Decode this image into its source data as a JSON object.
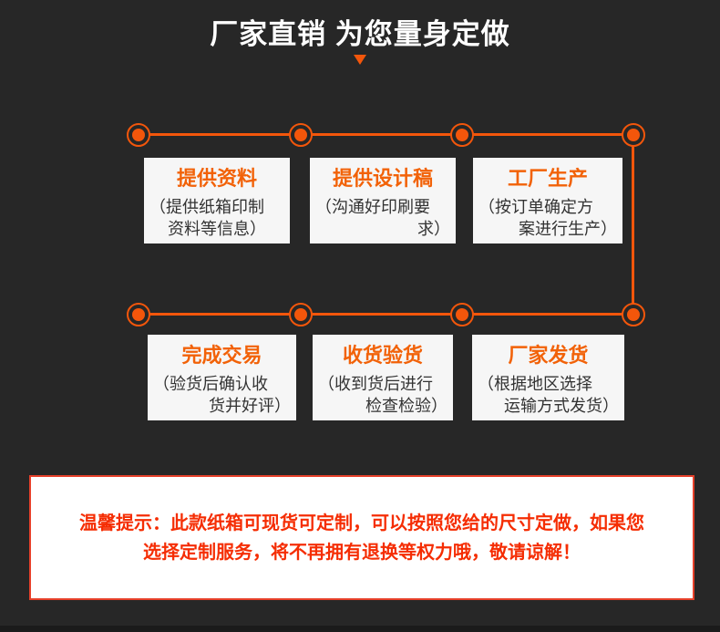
{
  "page": {
    "title": "厂家直销 为您量身定做"
  },
  "icons": {
    "triangle_down": "triangle-down"
  },
  "steps": [
    {
      "title": "提供资料",
      "desc_line1": "（提供纸箱印制",
      "desc_line2": "资料等信息）"
    },
    {
      "title": "提供设计稿",
      "desc_line1": "（沟通好印刷要",
      "desc_line2": "求）"
    },
    {
      "title": "工厂生产",
      "desc_line1": "（按订单确定方",
      "desc_line2": "案进行生产）"
    },
    {
      "title": "完成交易",
      "desc_line1": "（验货后确认收",
      "desc_line2": "货并好评）"
    },
    {
      "title": "收货验货",
      "desc_line1": "（收到货后进行",
      "desc_line2": "检查检验）"
    },
    {
      "title": "厂家发货",
      "desc_line1": "（根据地区选择",
      "desc_line2": "运输方式发货）"
    }
  ],
  "notice": {
    "line1": "温馨提示：此款纸箱可现货可定制，可以按照您给的尺寸定做，如果您",
    "line2": "选择定制服务，将不再拥有退换等权力哦，敬请谅解！"
  },
  "colors": {
    "bg": "#272727",
    "bg-footer": "#1b1b1b",
    "accent": "#f3560b",
    "step-title": "#f26208",
    "box-bg": "#f6f6f6",
    "desc-text": "#333333",
    "notice-red": "#f52d03",
    "notice-border": "#e6402a",
    "title-white": "#ffffff"
  }
}
